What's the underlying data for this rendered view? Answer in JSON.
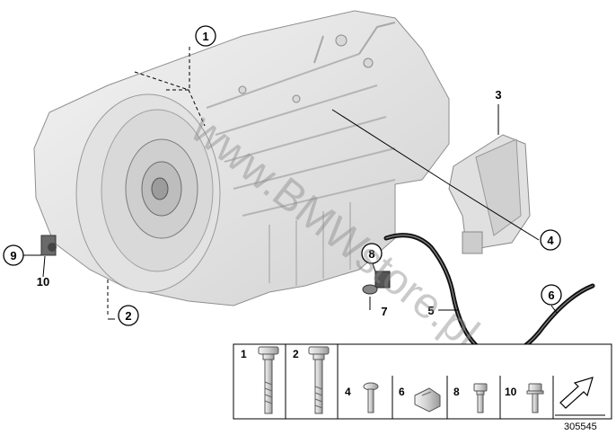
{
  "diagram": {
    "callouts": {
      "c1": "1",
      "c2": "2",
      "c3": "3",
      "c4": "4",
      "c5": "5",
      "c6": "6",
      "c7": "7",
      "c8": "8",
      "c9": "9",
      "c10": "10"
    },
    "watermark": "www.BMWstore.pl",
    "reference_number": "305545"
  },
  "parts_table": {
    "cells": [
      {
        "label": "1"
      },
      {
        "label": "2"
      },
      {
        "label": "4"
      },
      {
        "label": "6"
      },
      {
        "label": "8"
      },
      {
        "label": "10"
      }
    ]
  },
  "colors": {
    "casing": "#e6e6e6",
    "casing_dark": "#c9c9c9",
    "line": "#000000",
    "hose": "#111111"
  }
}
